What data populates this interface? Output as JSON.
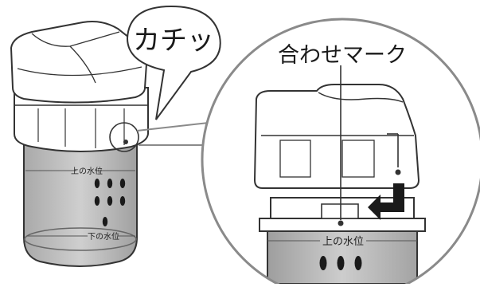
{
  "callout": {
    "click_sound": "カチッ"
  },
  "zoom": {
    "mark_label": "合わせマーク",
    "upper_water_label": "上の水位"
  },
  "tank": {
    "upper_water_label": "上の水位",
    "lower_water_label": "下の水位"
  },
  "colors": {
    "line": "#333333",
    "tank_gray": "#b9b9b9",
    "water_line": "#555555",
    "magnifier_border": "#8a8a8a"
  }
}
